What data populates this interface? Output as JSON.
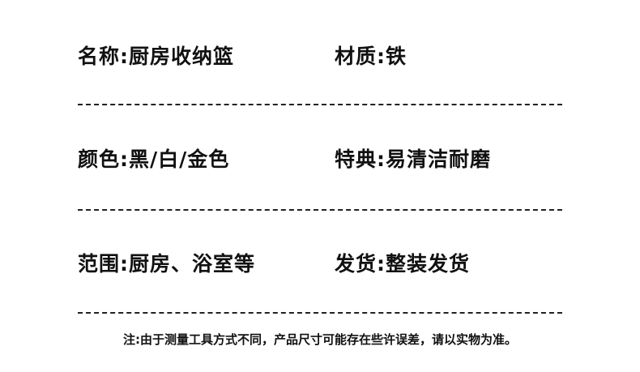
{
  "specs": {
    "name": "名称:厨房收纳篮",
    "material": "材质:铁",
    "color": "颜色:黑/白/金色",
    "feature": "特典:易清洁耐磨",
    "scope": "范围:厨房、浴室等",
    "shipping": "发货:整装发货"
  },
  "note": "注:由于测量工具方式不同，产品尺寸可能存在些许误差，请以实物为准。"
}
